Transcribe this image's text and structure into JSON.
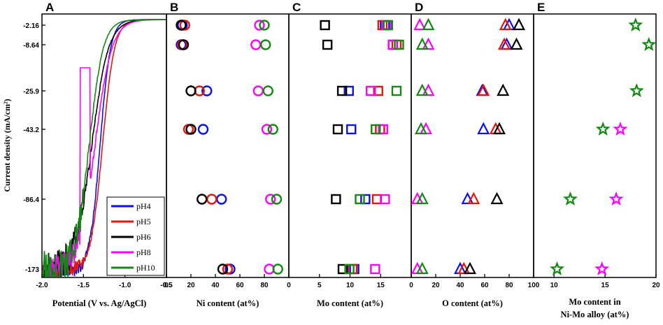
{
  "figure": {
    "y_axis_label": "Current density (mA/cm²)",
    "y_ticks": [
      "-2.16",
      "-8.64",
      "-25.9",
      "-43.2",
      "-86.4",
      "-173"
    ],
    "series_colors": {
      "pH4": "#0a10e8",
      "pH5": "#e8140a",
      "pH6": "#000000",
      "pH8": "#ff00ff",
      "pH10": "#118a11"
    }
  },
  "chart_data": [
    {
      "panel": "A",
      "type": "line",
      "xlabel": "Potential (V vs. Ag/AgCl)",
      "xlim": [
        -2.0,
        -0.5
      ],
      "x_ticks": [
        "-2.0",
        "-1.5",
        "-1.0",
        "-0.5"
      ],
      "legend": [
        "pH4",
        "pH5",
        "pH6",
        "pH8",
        "pH10"
      ],
      "legend_position": "bottom-right"
    },
    {
      "panel": "B",
      "type": "scatter",
      "marker": "circle",
      "xlabel": "Ni content (at%)",
      "xlim": [
        0,
        100
      ],
      "x_ticks": [
        "0",
        "20",
        "40",
        "60",
        "80"
      ],
      "categories": [
        "-2.16",
        "-8.64",
        "-25.9",
        "-43.2",
        "-86.4",
        "-173"
      ],
      "series": [
        {
          "name": "pH4",
          "values": [
            13,
            12,
            33,
            30,
            45,
            52
          ]
        },
        {
          "name": "pH5",
          "values": [
            15,
            13,
            27,
            18,
            37,
            50
          ]
        },
        {
          "name": "pH6",
          "values": [
            12,
            14,
            20,
            20,
            29,
            46
          ]
        },
        {
          "name": "pH8",
          "values": [
            76,
            73,
            75,
            82,
            85,
            84
          ]
        },
        {
          "name": "pH10",
          "values": [
            80,
            81,
            83,
            87,
            90,
            91
          ]
        }
      ]
    },
    {
      "panel": "C",
      "type": "scatter",
      "marker": "square",
      "xlabel": "Mo content (at%)",
      "xlim": [
        0,
        20
      ],
      "x_ticks": [
        "0",
        "5",
        "10",
        "15"
      ],
      "categories": [
        "-2.16",
        "-8.64",
        "-25.9",
        "-43.2",
        "-86.4",
        "-173"
      ],
      "series": [
        {
          "name": "pH4",
          "values": [
            15.7,
            17.0,
            9.8,
            10.2,
            12.5,
            10.7
          ]
        },
        {
          "name": "pH5",
          "values": [
            15.3,
            17.6,
            14.6,
            14.9,
            14.4,
            10.4
          ]
        },
        {
          "name": "pH6",
          "values": [
            5.9,
            6.3,
            8.7,
            8.0,
            7.7,
            8.8
          ]
        },
        {
          "name": "pH8",
          "values": [
            16.0,
            17.0,
            13.4,
            15.4,
            15.7,
            14.1
          ]
        },
        {
          "name": "pH10",
          "values": [
            16.2,
            18.0,
            17.6,
            14.2,
            11.6,
            9.9
          ]
        }
      ]
    },
    {
      "panel": "D",
      "type": "scatter",
      "marker": "triangle",
      "xlabel": "O content (at%)",
      "xlim": [
        0,
        100
      ],
      "x_ticks": [
        "0",
        "20",
        "40",
        "60",
        "80",
        "100"
      ],
      "categories": [
        "-2.16",
        "-8.64",
        "-25.9",
        "-43.2",
        "-86.4",
        "-173"
      ],
      "series": [
        {
          "name": "pH4",
          "values": [
            80,
            78,
            58,
            59,
            46,
            40
          ]
        },
        {
          "name": "pH5",
          "values": [
            77,
            76,
            59,
            69,
            51,
            43
          ]
        },
        {
          "name": "pH6",
          "values": [
            88,
            86,
            75,
            72,
            70,
            48
          ]
        },
        {
          "name": "pH8",
          "values": [
            7,
            14,
            14,
            12,
            5,
            5
          ]
        },
        {
          "name": "pH10",
          "values": [
            14,
            9,
            9,
            8,
            9,
            9
          ]
        }
      ]
    },
    {
      "panel": "E",
      "type": "scatter",
      "marker": "star",
      "xlabel": "Mo content in Ni-Mo alloy (at%)",
      "xlim": [
        8,
        20
      ],
      "x_ticks": [
        "10",
        "15",
        "20"
      ],
      "categories": [
        "-2.16",
        "-8.64",
        "-25.9",
        "-43.2",
        "-86.4",
        "-173"
      ],
      "series": [
        {
          "name": "pH8",
          "values": [
            null,
            null,
            null,
            16.5,
            16.1,
            14.7
          ]
        },
        {
          "name": "pH10",
          "values": [
            18.0,
            19.3,
            18.1,
            14.8,
            11.6,
            10.3
          ]
        }
      ]
    }
  ]
}
